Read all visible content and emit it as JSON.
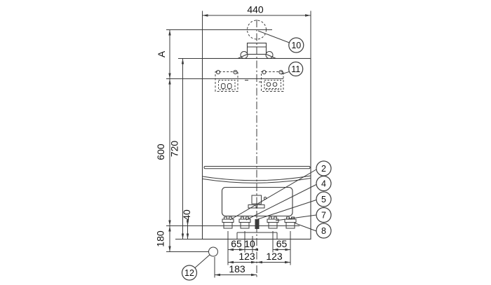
{
  "drawing_type": "boiler front view dimensional drawing",
  "colors": {
    "background": "#ffffff",
    "line": "#3b3b3b",
    "text": "#111111"
  },
  "dims": {
    "w": "440",
    "a": "A",
    "v600": "600",
    "v720": "720",
    "v180": "180",
    "v40": "40",
    "p65l": "65",
    "p10": "10",
    "p65r": "65",
    "h123l": "123",
    "h123r": "123",
    "g183": "183"
  },
  "callouts": {
    "n2": "2",
    "n4": "4",
    "n5": "5",
    "n7": "7",
    "n8": "8",
    "n10": "10",
    "n11": "11",
    "n12": "12"
  }
}
